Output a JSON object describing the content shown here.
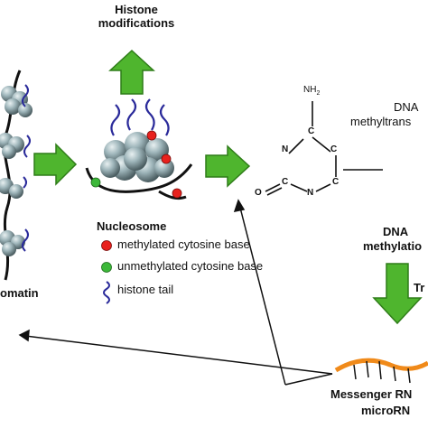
{
  "labels": {
    "histone_mods_line1": "Histone",
    "histone_mods_line2": "modifications",
    "chromatin": "omatin",
    "nucleosome": "Nucleosome",
    "methylated": "methylated cytosine base",
    "unmethylated": "unmethylated cytosine base",
    "histone_tail": "histone tail",
    "dnmt_line1": "DNA",
    "dnmt_line2": "methyltrans",
    "dna_meth_line1": "DNA",
    "dna_meth_line2": "methylatio",
    "tr": "Tr",
    "messenger": "Messenger RN",
    "microrna": "microRN"
  },
  "cytosine": {
    "nh2": "NH",
    "nh2_sub": "2",
    "c4": "C",
    "c5": "C",
    "c6": "C",
    "c2": "C",
    "n3": "N",
    "n1": "N",
    "o": "O"
  },
  "colors": {
    "green_arrow": "#4fb52e",
    "green_arrow_edge": "#2f7d19",
    "nucleosome_sphere": "#8fa7ad",
    "histone_tail": "#2a2a9a",
    "methylated_dot": "#e8211d",
    "unmethylated_dot": "#3db83a",
    "rna": "#f08a1a",
    "dna_black": "#111111"
  },
  "icons": {
    "up_arrow": "green-up-arrow-icon",
    "right_arrow": "green-right-arrow-icon",
    "down_arrow": "green-down-arrow-icon"
  }
}
